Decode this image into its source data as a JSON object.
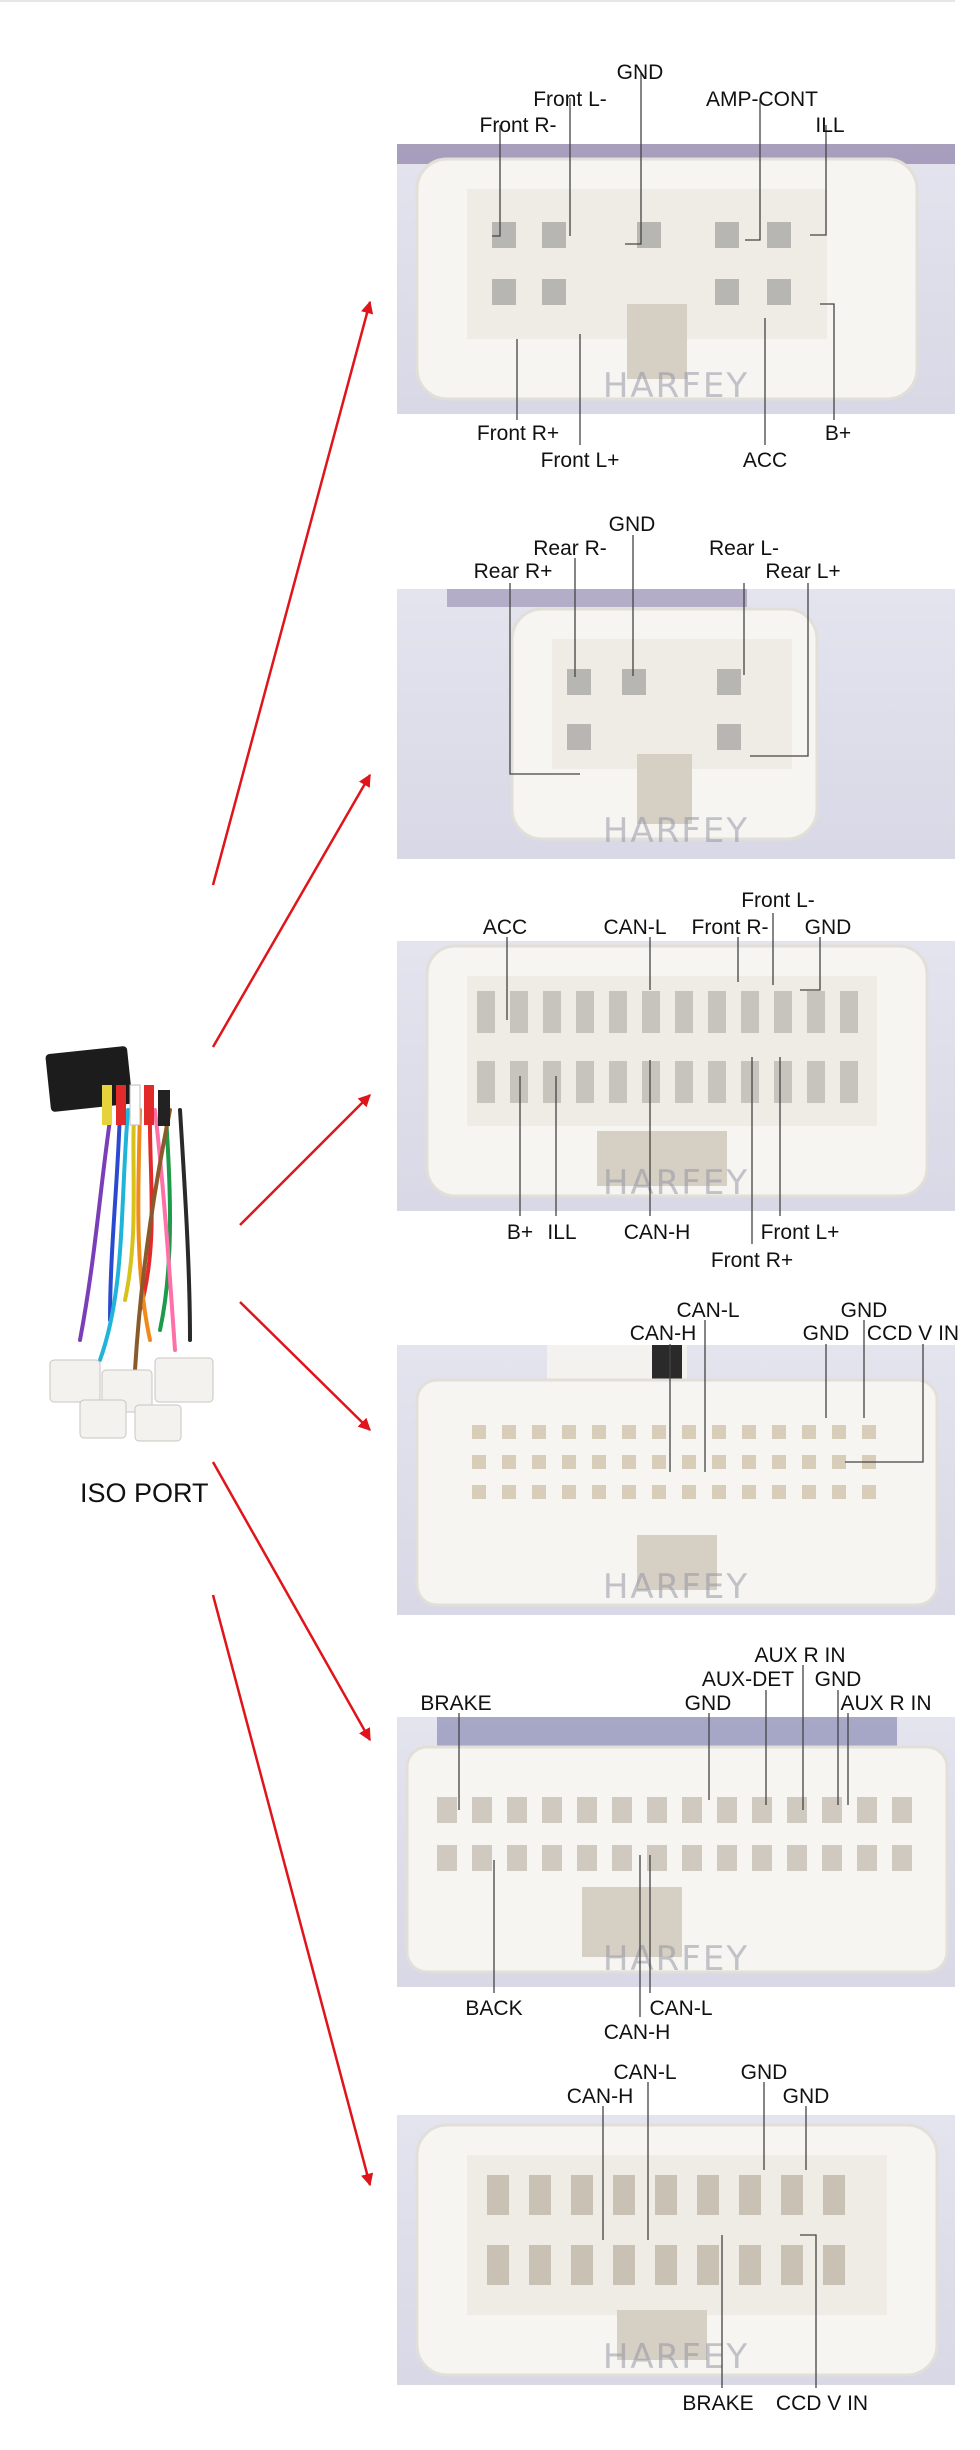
{
  "watermark": "HARFEY",
  "iso_port_label": "ISO PORT",
  "colors": {
    "arrow": "#e0141b",
    "panel_bg": "#dcdce8",
    "connector": "#f7f5f1"
  },
  "connectors": [
    {
      "labels_top": [
        "Front R-",
        "Front L-",
        "GND",
        "AMP-CONT",
        "ILL"
      ],
      "labels_bottom": [
        "Front R+",
        "Front L+",
        "ACC",
        "B+"
      ]
    },
    {
      "labels_top": [
        "Rear R+",
        "Rear R-",
        "GND",
        "Rear L-",
        "Rear L+"
      ],
      "labels_bottom": []
    },
    {
      "labels_top": [
        "ACC",
        "CAN-L",
        "Front R-",
        "Front L-",
        "GND"
      ],
      "labels_bottom": [
        "B+",
        "ILL",
        "CAN-H",
        "Front L+",
        "Front R+"
      ]
    },
    {
      "labels_top": [
        "CAN-H",
        "CAN-L",
        "GND",
        "GND",
        "CCD V IN"
      ],
      "labels_bottom": []
    },
    {
      "labels_top": [
        "BRAKE",
        "AUX-DET",
        "GND",
        "AUX R IN",
        "GND",
        "AUX R IN"
      ],
      "labels_bottom": [
        "BACK",
        "CAN-H",
        "CAN-L"
      ]
    },
    {
      "labels_top": [
        "CAN-H",
        "CAN-L",
        "GND",
        "GND"
      ],
      "labels_bottom": [
        "BRAKE",
        "CCD V IN"
      ]
    }
  ]
}
